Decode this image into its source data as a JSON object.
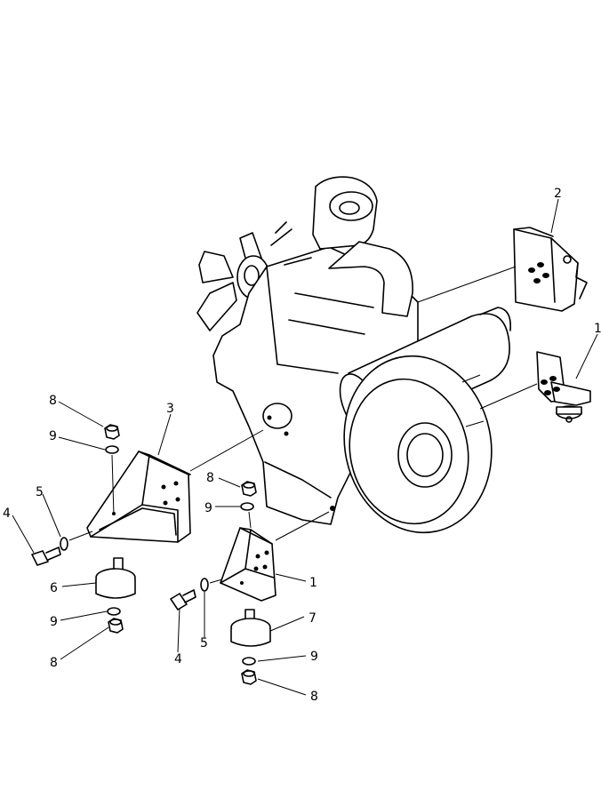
{
  "callouts": {
    "c1_right": "1",
    "c1_center": "1",
    "c2": "2",
    "c3": "3",
    "c4_left": "4",
    "c4_center": "4",
    "c5_left": "5",
    "c5_center": "5",
    "c6": "6",
    "c7": "7",
    "c8_top_left": "8",
    "c8_bottom_left": "8",
    "c8_center": "8",
    "c8_bottom_right": "8",
    "c9_top_left": "9",
    "c9_bottom_left": "9",
    "c9_center": "9",
    "c9_bottom_right": "9"
  }
}
